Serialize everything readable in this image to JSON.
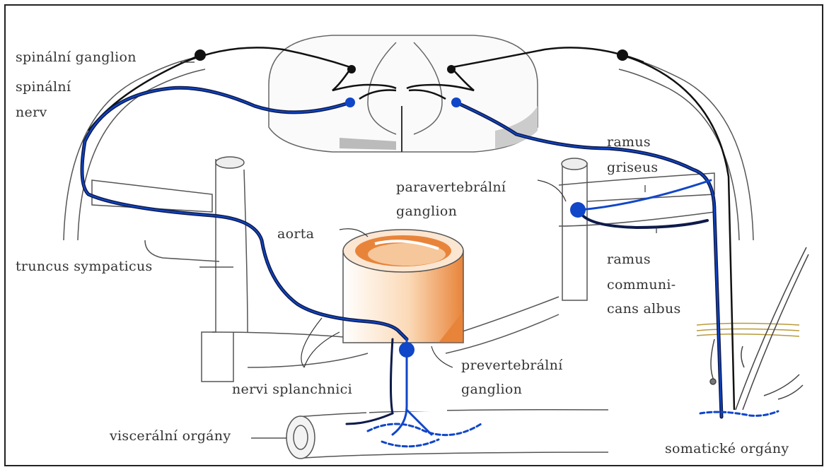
{
  "labels": {
    "spinal_ganglion": "spinální ganglion",
    "spinal_nerve_1": "spinální",
    "spinal_nerve_2": "nerv",
    "ramus_griseus_1": "ramus",
    "ramus_griseus_2": "griseus",
    "paravertebral_1": "paravertebrální",
    "paravertebral_2": "ganglion",
    "aorta": "aorta",
    "truncus": "truncus sympaticus",
    "ramus_albus_1": "ramus",
    "ramus_albus_2": "communi-",
    "ramus_albus_3": "cans albus",
    "prevertebral_1": "prevertebrální",
    "prevertebral_2": "ganglion",
    "splanchnic": "nervi splanchnici",
    "visceral": "viscerální orgány",
    "somatic": "somatické orgány"
  },
  "colors": {
    "neuron_blue": "#1046c8",
    "neuron_dark": "#0d1a4a",
    "outline": "#555555",
    "aorta_outer": "#e8843a",
    "aorta_inner": "#f6c79a"
  }
}
